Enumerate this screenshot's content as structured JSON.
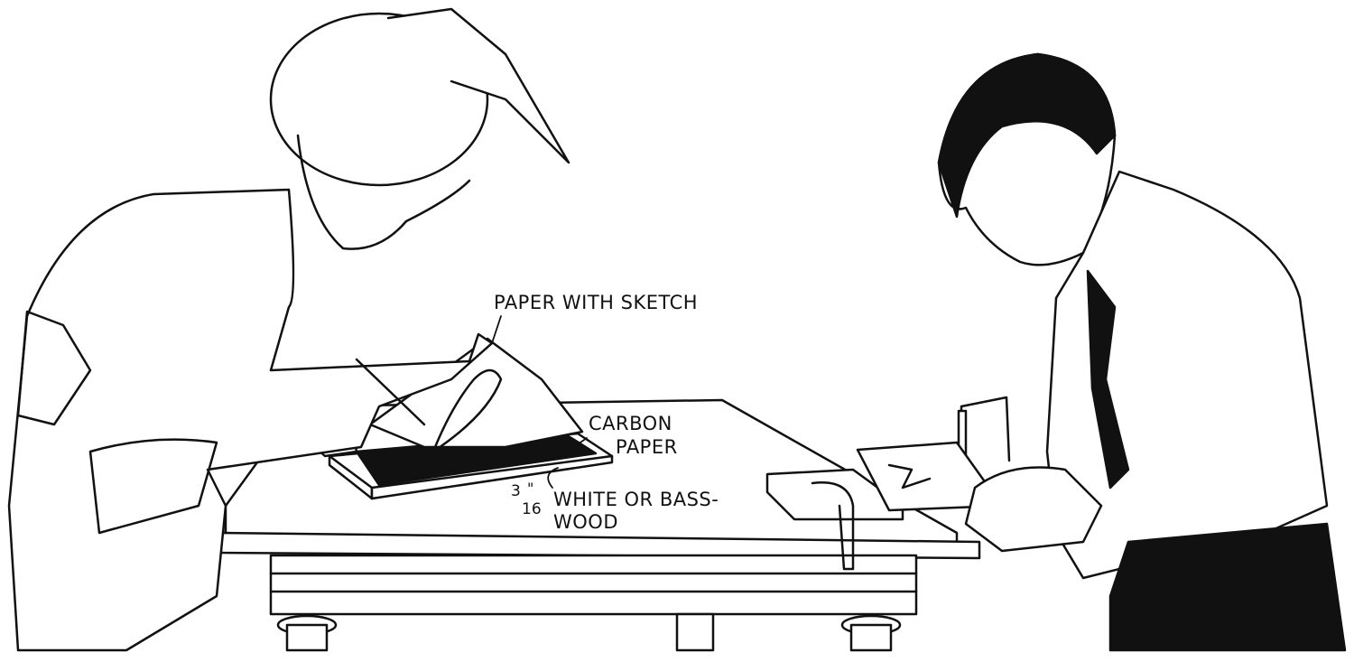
{
  "illustration": {
    "labels": {
      "paper_with_sketch": "PAPER WITH SKETCH",
      "carbon_line1": "CARBON",
      "carbon_line2": "PAPER",
      "thickness_num": "3",
      "thickness_den": "16",
      "thickness_unit": "\"",
      "wood_line1": "WHITE OR BASS-",
      "wood_line2": "WOOD"
    },
    "colors": {
      "ink": "#111111",
      "paper": "#ffffff"
    }
  }
}
